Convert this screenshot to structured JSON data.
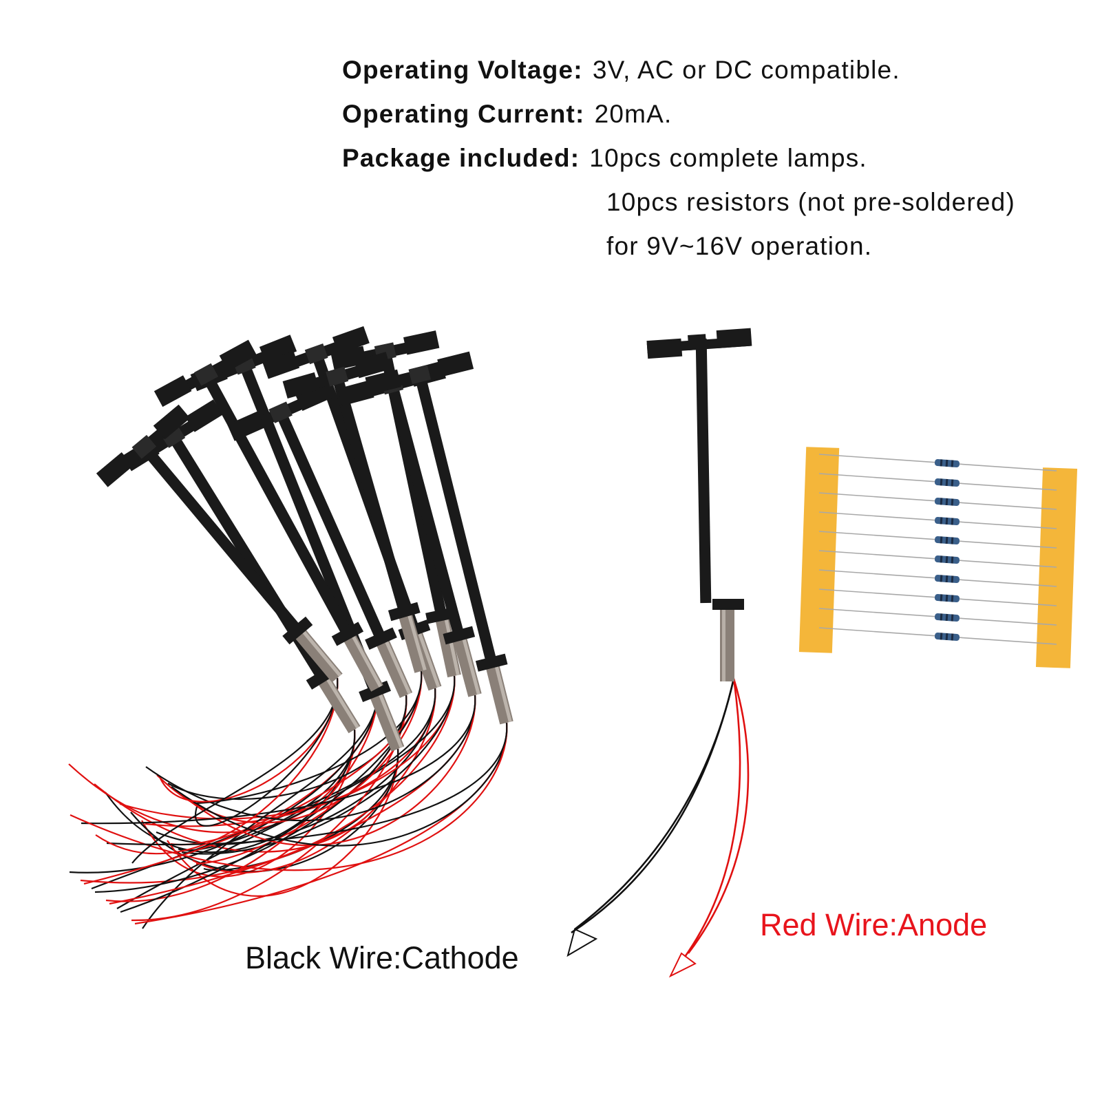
{
  "specs": {
    "voltage": {
      "label": "Operating Voltage:",
      "value": "3V, AC or DC compatible."
    },
    "current": {
      "label": "Operating Current:",
      "value": "20mA."
    },
    "package": {
      "label": "Package included:",
      "value": "10pcs complete lamps.",
      "continuation": [
        "10pcs resistors (not pre-soldered)",
        "for 9V~16V operation."
      ]
    }
  },
  "captions": {
    "black_wire": "Black Wire:Cathode",
    "red_wire": "Red Wire:Anode"
  },
  "colors": {
    "lamp_body": "#1a1a1a",
    "metal_sleeve": "#8a8078",
    "wire_red": "#e01010",
    "wire_black": "#111111",
    "tape": "#f4b63a",
    "resistor": "#3a5f8a",
    "caption_red": "#e8141c"
  },
  "items": {
    "lamp_bundle_count": 10,
    "resistor_count": 10
  }
}
